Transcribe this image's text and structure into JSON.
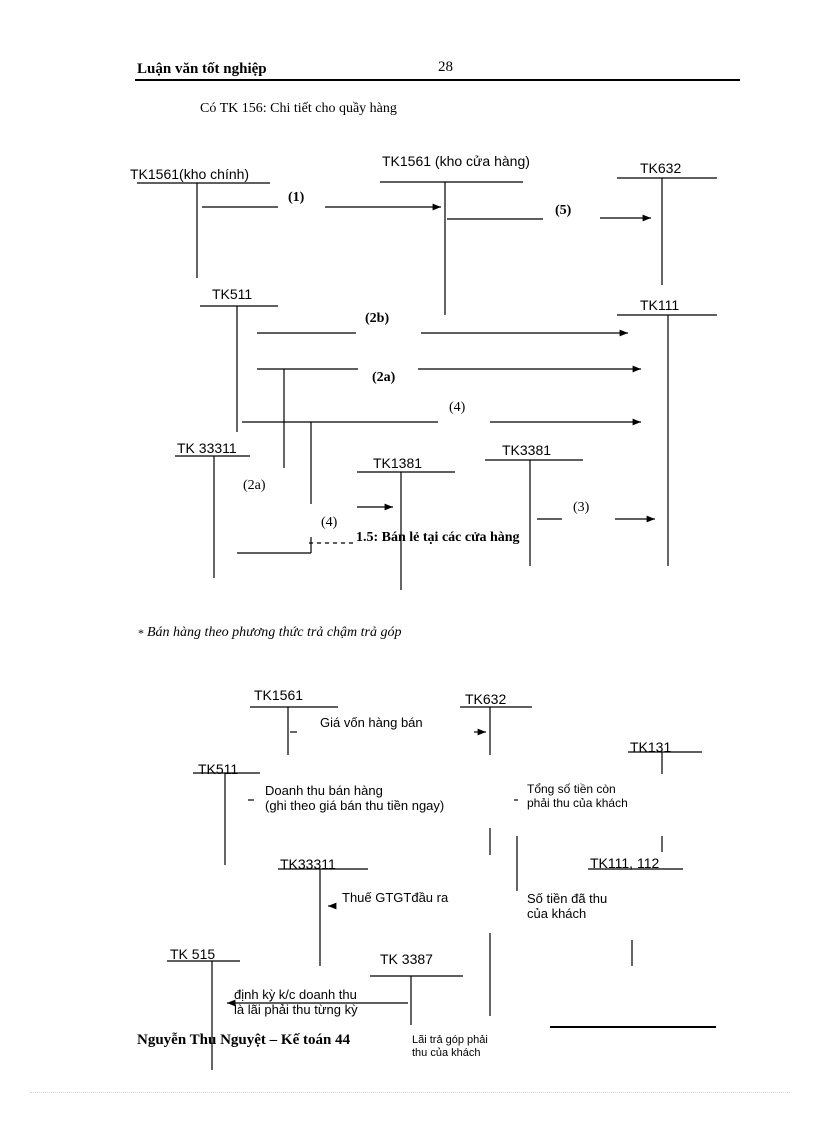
{
  "header": {
    "title": "Luận văn tốt nghiệp",
    "page_number": "28"
  },
  "intro_line": "Có TK 156: Chi tiết cho quầy hàng",
  "diagram1": {
    "accounts": {
      "tk1561_main": "TK1561(kho chính)",
      "tk1561_store": "TK1561 (kho cửa hàng)",
      "tk632": "TK632",
      "tk511": "TK511",
      "tk111": "TK111",
      "tk33311": "TK 33311",
      "tk1381": "TK1381",
      "tk3381": "TK3381"
    },
    "steps": {
      "s1": "(1)",
      "s5": "(5)",
      "s2b": "(2b)",
      "s2a": "(2a)",
      "s4": "(4)",
      "s2a_left": "(2a)",
      "s4_left": "(4)",
      "s3": "(3)"
    },
    "caption": "1.5: Bán lẻ tại các cửa hàng"
  },
  "section2_heading": "Bán hàng theo phương thức trả chậm trả góp",
  "diagram2": {
    "accounts": {
      "tk1561": "TK1561",
      "tk632": "TK632",
      "tk131": "TK131",
      "tk511": "TK511",
      "tk33311": "TK33311",
      "tk111_112": "TK111, 112",
      "tk515": "TK 515",
      "tk3387": "TK 3387"
    },
    "labels": {
      "cost_of_goods": "Giá vốn hàng bán",
      "revenue": "Doanh thu bán hàng\n(ghi theo giá bán thu tiền ngay)",
      "total_receivable": "Tổng số tiền còn\nphải thu của khách",
      "output_vat": "Thuế GTGTđầu ra",
      "amount_collected": "Số tiền đã thu\ncủa khách",
      "periodic_transfer": "định kỳ k/c doanh thu\nlà lãi phải thu từng kỳ",
      "installment_interest": "Lãi trả góp phải\nthu của khách"
    }
  },
  "footer": {
    "author": "Nguyễn  Thu Nguyệt  – Kế toán 44"
  }
}
